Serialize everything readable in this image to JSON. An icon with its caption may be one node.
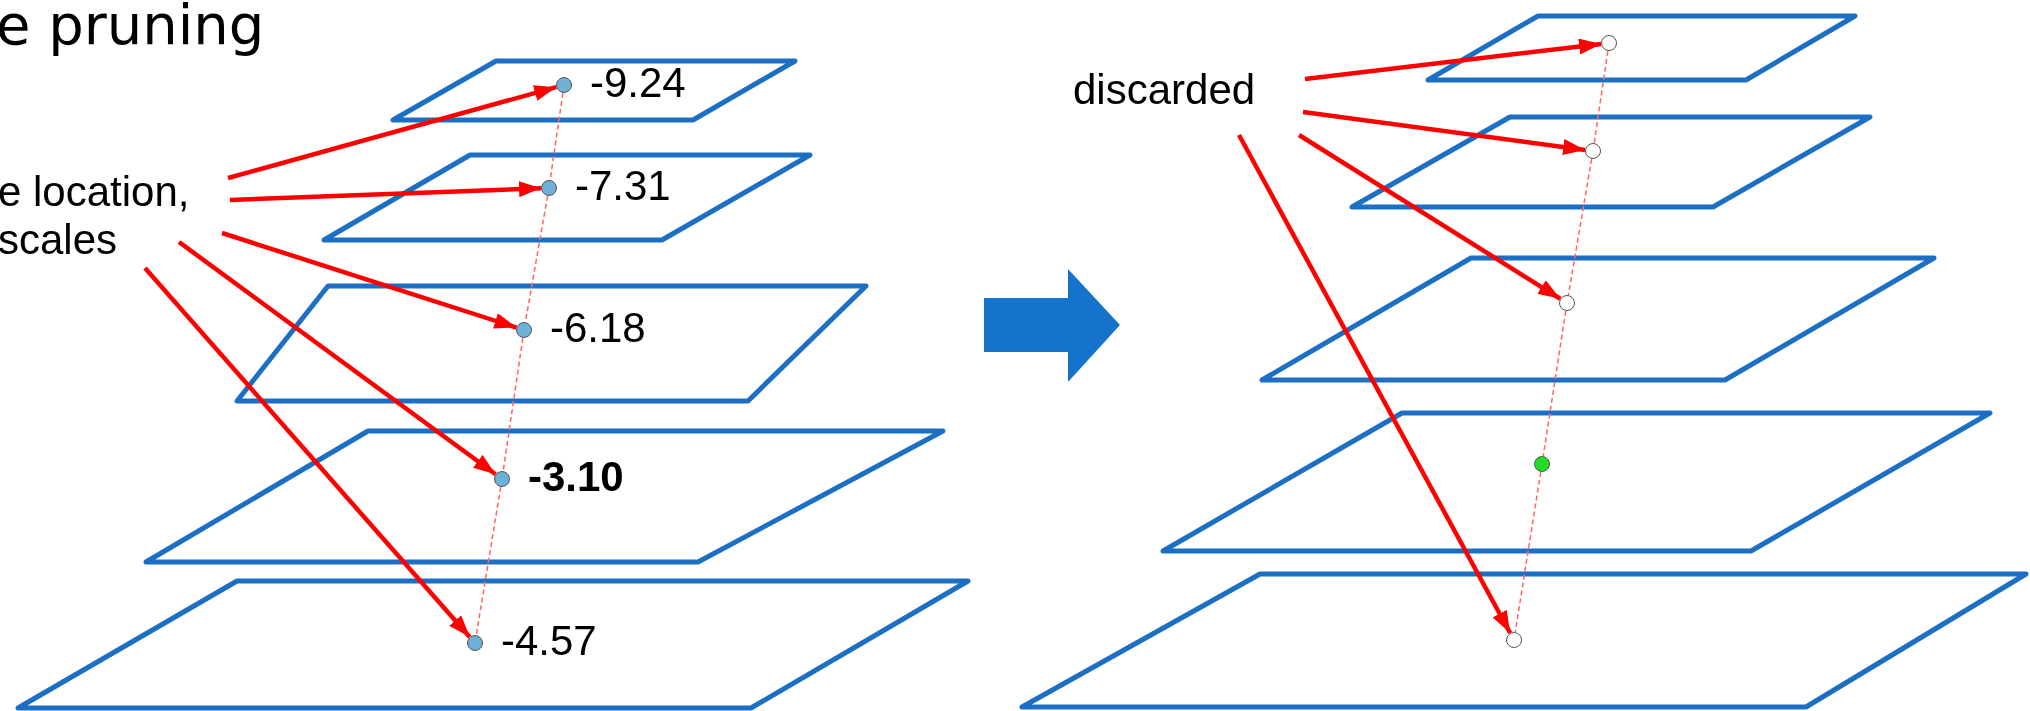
{
  "diagram": {
    "title": "e pruning",
    "nodes": [
      {
        "text": [
          "e location, scales"
        ]
      },
      {
        "text": [],
        "shape": "circle",
        "beside": [
          "-9.24"
        ]
      },
      {
        "text": [],
        "shape": "circle",
        "beside": [
          "-7.31"
        ]
      },
      {
        "text": [],
        "shape": "circle",
        "beside": [
          "-6.18"
        ]
      },
      {
        "text": [],
        "shape": "circle",
        "beside": [
          "-3.10"
        ]
      },
      {
        "text": [],
        "shape": "circle",
        "beside": [
          "-4.57"
        ]
      },
      {
        "text": [
          "discarded"
        ]
      },
      {
        "text": [],
        "shape": "circle"
      },
      {
        "text": [],
        "shape": "circle"
      },
      {
        "text": [],
        "shape": "circle"
      },
      {
        "text": [],
        "shape": "circle"
      },
      {
        "text": [],
        "shape": "circle"
      }
    ],
    "edges": [
      {
        "from": 0,
        "to": 1,
        "arrow": "to"
      },
      {
        "from": 0,
        "to": 2,
        "arrow": "to"
      },
      {
        "from": 0,
        "to": 3,
        "arrow": "to"
      },
      {
        "from": 0,
        "to": 4,
        "arrow": "to"
      },
      {
        "from": 0,
        "to": 5,
        "arrow": "to"
      },
      {
        "from": 1,
        "to": 2,
        "arrow": "none",
        "style": "dashed",
        "color": "#ff6666"
      },
      {
        "from": 2,
        "to": 3,
        "arrow": "none",
        "style": "dashed",
        "color": "#ff6666"
      },
      {
        "from": 3,
        "to": 4,
        "arrow": "none",
        "style": "dashed",
        "color": "#ff6666"
      },
      {
        "from": 4,
        "to": 5,
        "arrow": "none",
        "style": "dashed",
        "color": "#ff6666"
      },
      {
        "from": 6,
        "to": 7,
        "arrow": "to"
      },
      {
        "from": 6,
        "to": 8,
        "arrow": "to"
      },
      {
        "from": 6,
        "to": 9,
        "arrow": "to"
      },
      {
        "from": 6,
        "to": 11,
        "arrow": "to"
      },
      {
        "from": 7,
        "to": 8,
        "arrow": "none",
        "style": "dashed",
        "color": "#ff6666"
      },
      {
        "from": 8,
        "to": 9,
        "arrow": "none",
        "style": "dashed",
        "color": "#ff6666"
      },
      {
        "from": 9,
        "to": 10,
        "arrow": "none",
        "style": "dashed",
        "color": "#ff6666"
      },
      {
        "from": 10,
        "to": 11,
        "arrow": "none",
        "style": "dashed",
        "color": "#ff6666"
      }
    ]
  }
}
